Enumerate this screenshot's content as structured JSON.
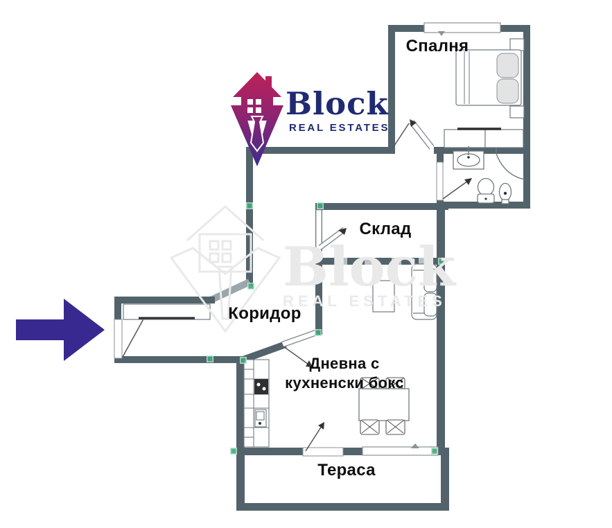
{
  "logo": {
    "brand": "Block",
    "tagline": "REAL ESTATES"
  },
  "watermark": {
    "brand": "Block",
    "tagline": "REAL ESTATES"
  },
  "rooms": {
    "bedroom": {
      "label": "Спалня"
    },
    "storage": {
      "label": "Склад"
    },
    "corridor": {
      "label": "Коридор"
    },
    "living": {
      "label_line1": "Дневна с",
      "label_line2": "кухненски бокс"
    },
    "terrace": {
      "label": "Тераса"
    }
  },
  "icons": {
    "entrance_arrow": "right-arrow-icon",
    "logo_house": "house-with-tie-icon"
  },
  "colors": {
    "wall": "#53636b",
    "wall_light": "#9aa6ab",
    "dashed_wall_light": "#b9c2c6",
    "logo_navy": "#1f2a72",
    "logo_pink": "#c22057",
    "logo_purple": "#3c2b8e",
    "arrow_purple": "#37298f",
    "node_green": "#43a97d",
    "watermark_gray": "#e9e9e9",
    "label_black": "#0e0e0e"
  }
}
